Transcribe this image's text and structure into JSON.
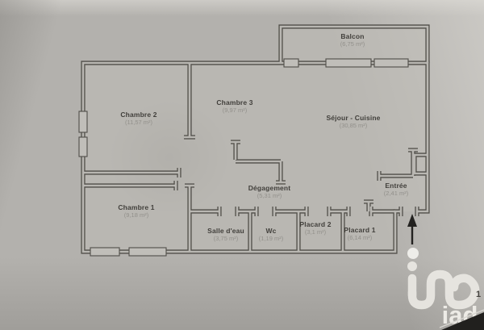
{
  "palette": {
    "paper": "#b3b1ad",
    "wall": "#504e49",
    "wall_inner": "#b9b7b2",
    "room_label": "#413f3b",
    "area_label": "#92908b",
    "arrow": "#232220",
    "logo": "#edebe6",
    "shadow_edge": "#21201e"
  },
  "plan": {
    "rooms": [
      {
        "id": "balcon",
        "name": "Balcon",
        "area": "(6,75 m²)"
      },
      {
        "id": "chambre2",
        "name": "Chambre 2",
        "area": "(11,57 m²)"
      },
      {
        "id": "chambre3",
        "name": "Chambre 3",
        "area": "(9,97 m²)"
      },
      {
        "id": "sejour",
        "name": "Séjour - Cuisine",
        "area": "(30,85 m²)"
      },
      {
        "id": "chambre1",
        "name": "Chambre 1",
        "area": "(9,18 m²)"
      },
      {
        "id": "degagement",
        "name": "Dégagement",
        "area": "(5,31 m²)"
      },
      {
        "id": "entree",
        "name": "Entrée",
        "area": "(2,41 m²)"
      },
      {
        "id": "salle_eau",
        "name": "Salle d'eau",
        "area": "(3,75 m²)"
      },
      {
        "id": "wc",
        "name": "Wc",
        "area": "(1,19 m²)"
      },
      {
        "id": "placard2",
        "name": "Placard 2",
        "area": "(3,1 m²)"
      },
      {
        "id": "placard1",
        "name": "Placard 1",
        "area": "(6,14 m²)"
      }
    ]
  },
  "branding": {
    "logo_text": "iad"
  },
  "edge_text": {
    "partial_digit": "1"
  }
}
